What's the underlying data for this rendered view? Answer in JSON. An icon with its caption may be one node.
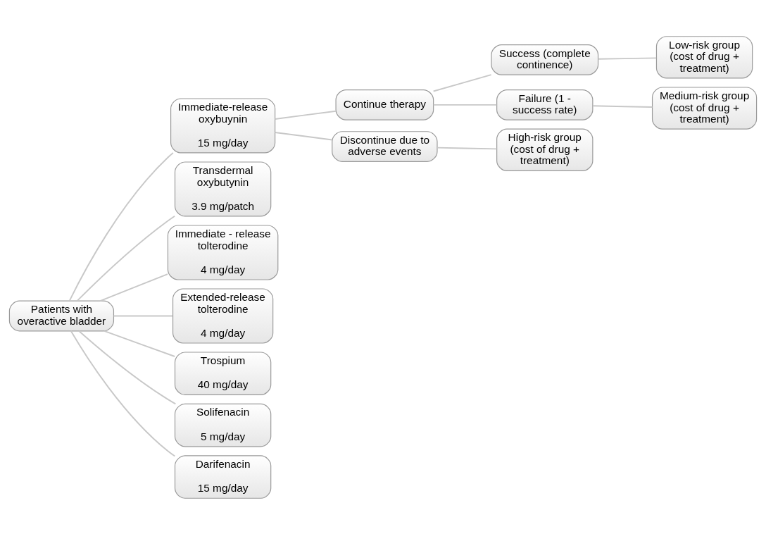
{
  "diagram": {
    "nodes": [
      {
        "text": [
          "Patients with overactive bladder"
        ]
      },
      {
        "text": [
          "Immediate-release oxybuynin",
          "15 mg/day"
        ]
      },
      {
        "text": [
          "Transdermal oxybutynin",
          "3.9 mg/patch"
        ]
      },
      {
        "text": [
          "Immediate - release tolterodine",
          "4 mg/day"
        ]
      },
      {
        "text": [
          "Extended-release tolterodine",
          "4 mg/day"
        ]
      },
      {
        "text": [
          "Trospium",
          "40 mg/day"
        ]
      },
      {
        "text": [
          "Solifenacin",
          "5 mg/day"
        ]
      },
      {
        "text": [
          "Darifenacin",
          "15 mg/day"
        ]
      },
      {
        "text": [
          "Continue therapy"
        ]
      },
      {
        "text": [
          "Discontinue due to adverse events"
        ]
      },
      {
        "text": [
          "Success (complete continence)"
        ]
      },
      {
        "text": [
          "Failure (1 - success rate)"
        ]
      },
      {
        "text": [
          "Low-risk group (cost of drug + treatment)"
        ]
      },
      {
        "text": [
          "Medium-risk group (cost of drug + treatment)"
        ]
      },
      {
        "text": [
          "High-risk group (cost of drug + treatment)"
        ]
      }
    ],
    "edges": [
      {
        "from": 0,
        "to": 1,
        "arrow": "none"
      },
      {
        "from": 0,
        "to": 2,
        "arrow": "none"
      },
      {
        "from": 0,
        "to": 3,
        "arrow": "none"
      },
      {
        "from": 0,
        "to": 4,
        "arrow": "none"
      },
      {
        "from": 0,
        "to": 5,
        "arrow": "none"
      },
      {
        "from": 0,
        "to": 6,
        "arrow": "none"
      },
      {
        "from": 0,
        "to": 7,
        "arrow": "none"
      },
      {
        "from": 1,
        "to": 8,
        "arrow": "none"
      },
      {
        "from": 1,
        "to": 9,
        "arrow": "none"
      },
      {
        "from": 8,
        "to": 10,
        "arrow": "none"
      },
      {
        "from": 8,
        "to": 11,
        "arrow": "none"
      },
      {
        "from": 10,
        "to": 12,
        "arrow": "none"
      },
      {
        "from": 11,
        "to": 13,
        "arrow": "none"
      },
      {
        "from": 9,
        "to": 14,
        "arrow": "none"
      }
    ]
  }
}
